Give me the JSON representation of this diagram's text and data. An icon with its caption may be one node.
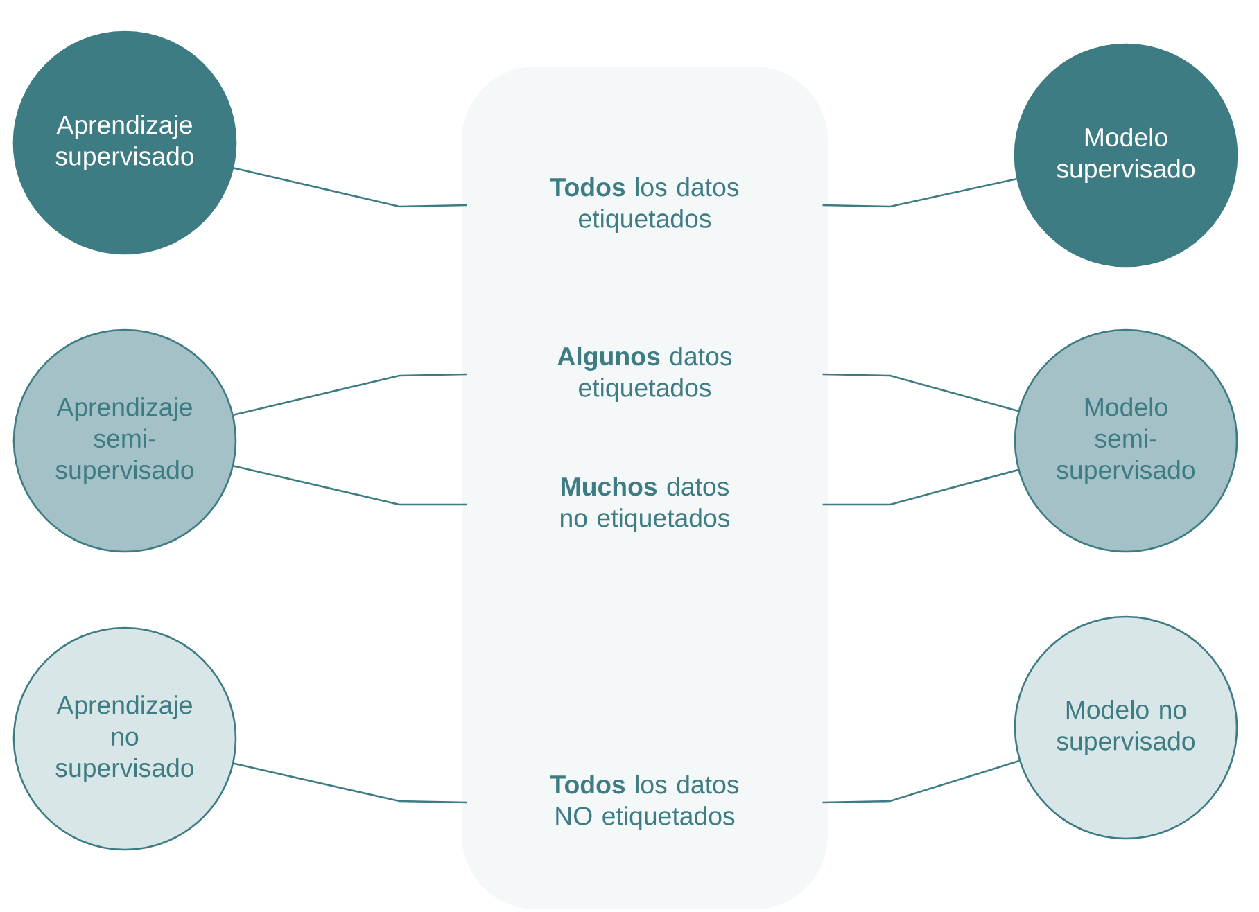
{
  "diagram": {
    "nodes": [
      {
        "text": [
          "Aprendizaje supervisado"
        ]
      },
      {
        "text": [],
        "shape": "box"
      },
      {
        "text": [
          "**Todos** los datos etiquetados"
        ],
        "in": 1
      },
      {
        "text": [
          "Modelo supervisado"
        ]
      },
      {
        "text": [
          "Aprendizaje semi-supervisado"
        ]
      },
      {
        "text": [
          "**Algunos** datos etiquetados"
        ],
        "in": 1
      },
      {
        "text": [
          "Modelo semi-supervisado"
        ]
      },
      {
        "text": [
          "**Muchos** datos no etiquetados"
        ],
        "in": 1
      },
      {
        "text": [
          "Aprendizaje no supervisado"
        ]
      },
      {
        "text": [
          "**Todos** los datos NO etiquetados"
        ],
        "in": 1
      },
      {
        "text": [
          "Modelo no supervisado"
        ]
      }
    ],
    "edges": [
      {
        "from": 0,
        "to": 2,
        "arrow": "none"
      },
      {
        "from": 2,
        "to": 3,
        "arrow": "none"
      },
      {
        "from": 4,
        "to": 5,
        "arrow": "none"
      },
      {
        "from": 4,
        "to": 7,
        "arrow": "none"
      },
      {
        "from": 5,
        "to": 6,
        "arrow": "none"
      },
      {
        "from": 7,
        "to": 6,
        "arrow": "none"
      },
      {
        "from": 8,
        "to": 9,
        "arrow": "none"
      },
      {
        "from": 9,
        "to": 10,
        "arrow": "none"
      }
    ]
  }
}
